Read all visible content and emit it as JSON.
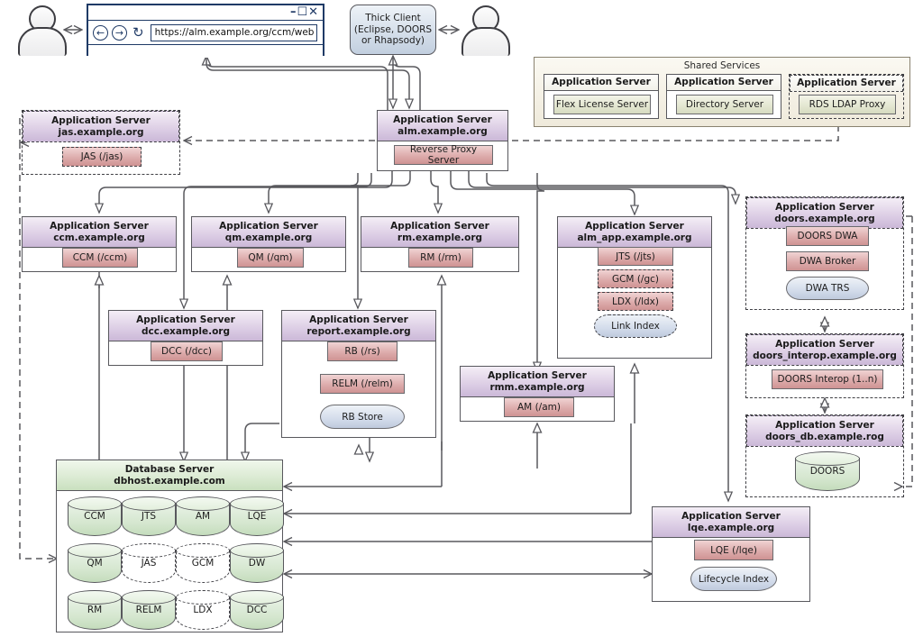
{
  "clients": {
    "actor_left_name": "user-actor-left",
    "actor_right_name": "user-actor-right",
    "browser": {
      "url": "https://alm.example.org/ccm/web",
      "back_icon": "←",
      "forward_icon": "→",
      "reload_icon": "↻",
      "minimize": "–",
      "maximize": "☐",
      "close": "✕"
    },
    "thick_client": "Thick Client\n(Eclipse, DOORS\nor Rhapsody)"
  },
  "shared_services": {
    "title": "Shared Services",
    "servers": [
      {
        "header": "Application Server",
        "component": "Flex License Server",
        "dashed": false
      },
      {
        "header": "Application Server",
        "component": "Directory Server",
        "dashed": false
      },
      {
        "header": "Application Server",
        "component": "RDS LDAP Proxy",
        "dashed": true
      }
    ]
  },
  "servers": {
    "jas": {
      "role": "Application Server",
      "host": "jas.example.org",
      "components": [
        "JAS (/jas)"
      ]
    },
    "alm": {
      "role": "Application Server",
      "host": "alm.example.org",
      "components": [
        "Reverse Proxy Server"
      ]
    },
    "ccm": {
      "role": "Application Server",
      "host": "ccm.example.org",
      "components": [
        "CCM (/ccm)"
      ]
    },
    "qm": {
      "role": "Application Server",
      "host": "qm.example.org",
      "components": [
        "QM (/qm)"
      ]
    },
    "rm": {
      "role": "Application Server",
      "host": "rm.example.org",
      "components": [
        "RM (/rm)"
      ]
    },
    "alm_app": {
      "role": "Application Server",
      "host": "alm_app.example.org",
      "components": [
        "JTS (/jts)",
        "GCM (/gc)",
        "LDX (/ldx)",
        "Link Index"
      ]
    },
    "dcc": {
      "role": "Application Server",
      "host": "dcc.example.org",
      "components": [
        "DCC (/dcc)"
      ]
    },
    "report": {
      "role": "Application Server",
      "host": "report.example.org",
      "components": [
        "RB (/rs)",
        "RELM (/relm)",
        "RB Store"
      ]
    },
    "rmm": {
      "role": "Application Server",
      "host": "rmm.example.org",
      "components": [
        "AM (/am)"
      ]
    },
    "doors": {
      "role": "Application Server",
      "host": "doors.example.org",
      "components": [
        "DOORS DWA",
        "DWA Broker",
        "DWA TRS"
      ]
    },
    "doors_interop": {
      "role": "Application Server",
      "host": "doors_interop.example.org",
      "components": [
        "DOORS Interop (1..n)"
      ]
    },
    "doors_db": {
      "role": "Application Server",
      "host": "doors_db.example.rog",
      "components": [
        "DOORS"
      ]
    },
    "lqe": {
      "role": "Application Server",
      "host": "lqe.example.org",
      "components": [
        "LQE (/lqe)",
        "Lifecycle Index"
      ]
    }
  },
  "database_server": {
    "role": "Database Server",
    "host": "dbhost.example.com",
    "databases": [
      {
        "label": "CCM",
        "dashed": false
      },
      {
        "label": "JTS",
        "dashed": false
      },
      {
        "label": "AM",
        "dashed": false
      },
      {
        "label": "LQE",
        "dashed": false
      },
      {
        "label": "QM",
        "dashed": false
      },
      {
        "label": "JAS",
        "dashed": true
      },
      {
        "label": "GCM",
        "dashed": true
      },
      {
        "label": "DW",
        "dashed": false
      },
      {
        "label": "RM",
        "dashed": false
      },
      {
        "label": "RELM",
        "dashed": false
      },
      {
        "label": "LDX",
        "dashed": true
      },
      {
        "label": "DCC",
        "dashed": false
      }
    ]
  },
  "colors": {
    "component_fill": "#ddacac",
    "header_fill": "#ded0e6",
    "db_header_fill": "#dcebd4",
    "store_fill": "#d3dceb",
    "cylinder_fill": "#d4e6ce",
    "service_fill": "#e3e6d0",
    "browser_chrome": "#1f3a66",
    "line": "#58585d"
  }
}
